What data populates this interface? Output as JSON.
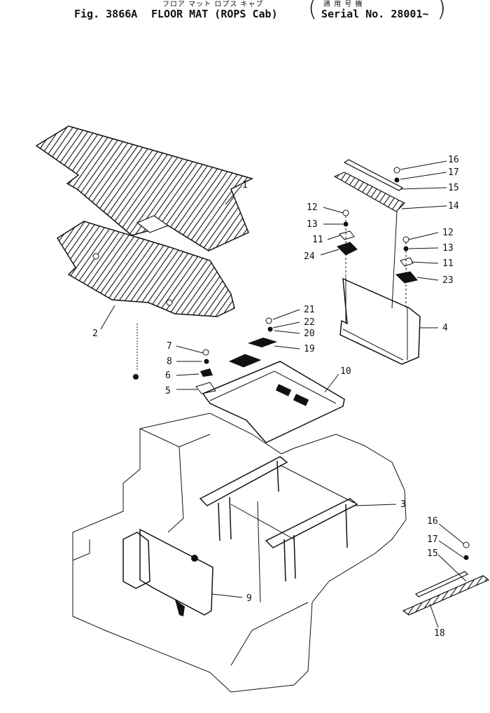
{
  "header": {
    "jp_title": "フロア マット ロプス キャブ",
    "jp_serial_label": "適 用 号 機",
    "fig_number": "Fig. 3866A",
    "title": "FLOOR MAT (ROPS Cab)",
    "serial": "Serial No. 28001~"
  },
  "callouts": [
    {
      "id": "1",
      "text": "1"
    },
    {
      "id": "2",
      "text": "2"
    },
    {
      "id": "3",
      "text": "3"
    },
    {
      "id": "4",
      "text": "4"
    },
    {
      "id": "5",
      "text": "5"
    },
    {
      "id": "6",
      "text": "6"
    },
    {
      "id": "7",
      "text": "7"
    },
    {
      "id": "8",
      "text": "8"
    },
    {
      "id": "9",
      "text": "9"
    },
    {
      "id": "10",
      "text": "10"
    },
    {
      "id": "11a",
      "text": "11"
    },
    {
      "id": "11b",
      "text": "11"
    },
    {
      "id": "12a",
      "text": "12"
    },
    {
      "id": "12b",
      "text": "12"
    },
    {
      "id": "13a",
      "text": "13"
    },
    {
      "id": "13b",
      "text": "13"
    },
    {
      "id": "14",
      "text": "14"
    },
    {
      "id": "15a",
      "text": "15"
    },
    {
      "id": "15b",
      "text": "15"
    },
    {
      "id": "16a",
      "text": "16"
    },
    {
      "id": "16b",
      "text": "16"
    },
    {
      "id": "17a",
      "text": "17"
    },
    {
      "id": "17b",
      "text": "17"
    },
    {
      "id": "18",
      "text": "18"
    },
    {
      "id": "19",
      "text": "19"
    },
    {
      "id": "20",
      "text": "20"
    },
    {
      "id": "21",
      "text": "21"
    },
    {
      "id": "22",
      "text": "22"
    },
    {
      "id": "23",
      "text": "23"
    },
    {
      "id": "24",
      "text": "24"
    }
  ]
}
